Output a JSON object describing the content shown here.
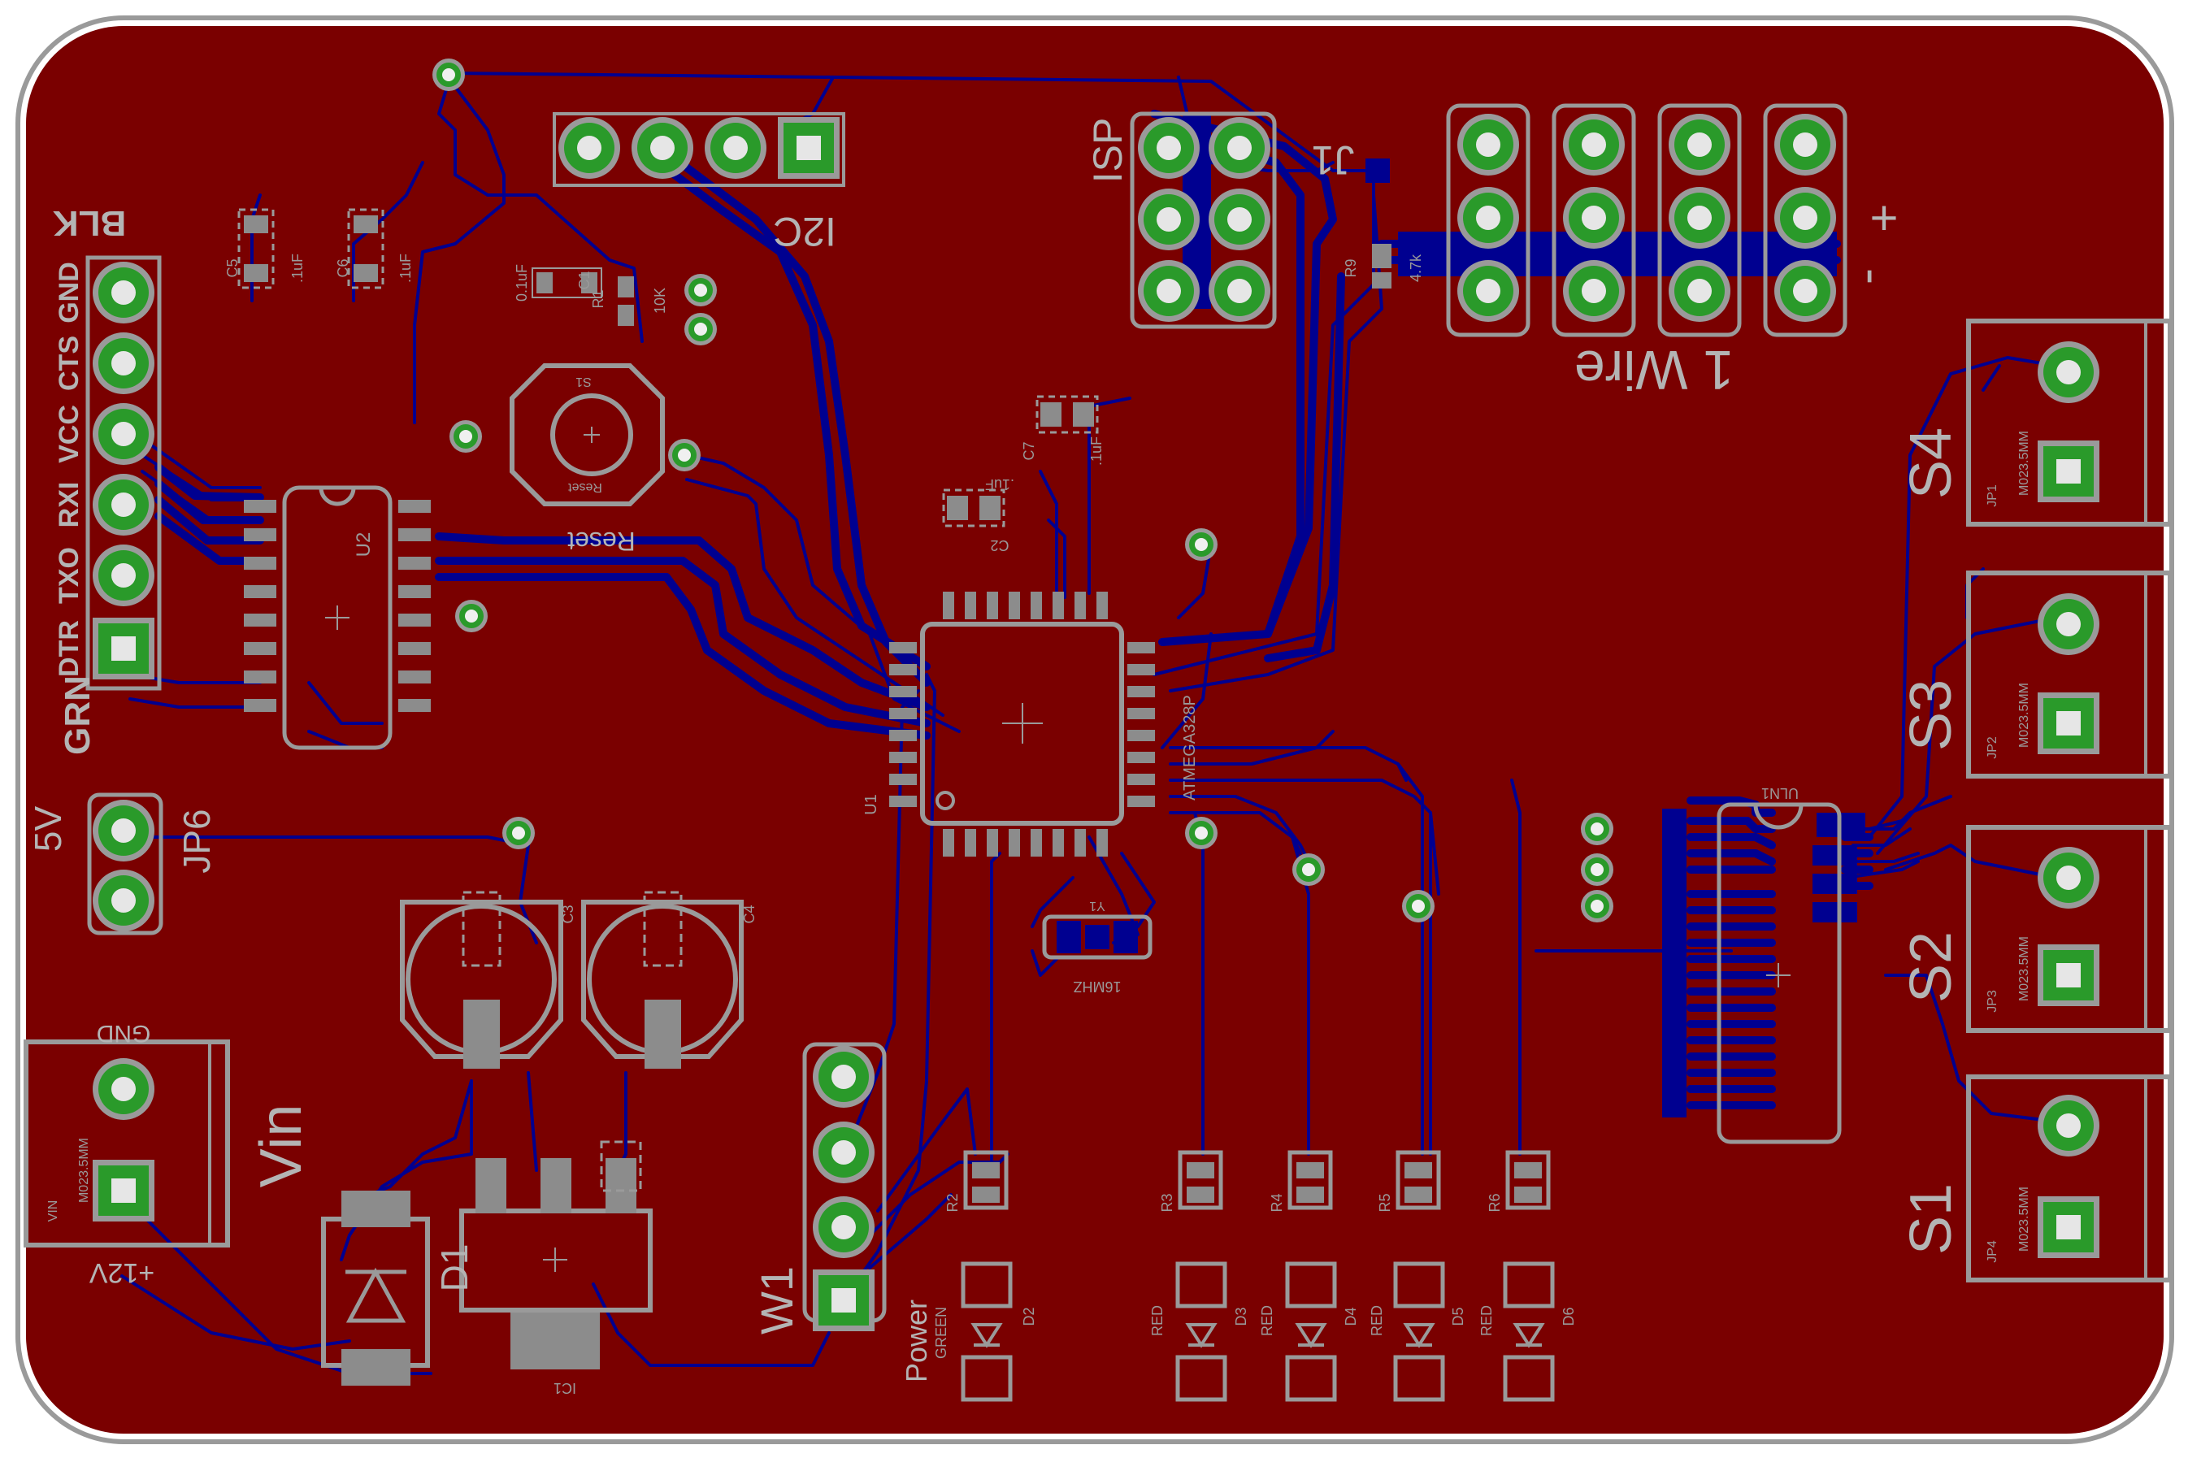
{
  "colors": {
    "board_fill": "#7a0000",
    "board_outline": "#8c8c8c",
    "trace_bottom": "#000090",
    "trace_top": "#b00000",
    "pad_ring": "#2a9a2a",
    "pad_hole": "#e6e6e6",
    "silkscreen": "#9a9a9a",
    "silk_bright": "#b4b4b4"
  },
  "labels": {
    "ftdi": [
      "BLK",
      "GND",
      "CTS",
      "VCC",
      "RXI",
      "TXO",
      "DTR",
      "GRN"
    ],
    "i2c": "I2C",
    "isp": "ISP",
    "j1": "J1",
    "onewire": "1 Wire",
    "plus": "+",
    "minus": "-",
    "s4": "S4",
    "s3": "S3",
    "s2": "S2",
    "s1": "S1",
    "jp6": "JP6",
    "v5": "5V",
    "vin": "Vin",
    "gnd": "GND",
    "v12": "+12V",
    "vin_small": "VIN",
    "w1": "W1",
    "d1": "D1",
    "reset": "Reset",
    "reset_small": "Reset",
    "s1_small": "S1",
    "power": "Power",
    "green": "GREEN",
    "red": "RED",
    "mcu": "ATMEGA328P",
    "u1": "U1",
    "u2": "U2",
    "uln": "ULN1",
    "xtal": "16MHZ",
    "y1": "Y1",
    "ic1": "IC1",
    "c1": "C1",
    "c2": "C2",
    "c3": "C3",
    "c4": "C4",
    "c5": "C5",
    "c6": "C6",
    "c7": "C7",
    "r1": "R1",
    "r2": "R2",
    "r3": "R3",
    "r4": "R4",
    "r5": "R5",
    "r6": "R6",
    "r9": "R9",
    "d2": "D2",
    "d3": "D3",
    "d4": "D4",
    "d5": "D5",
    "d6": "D6",
    "jp1": "JP1",
    "jp2": "JP2",
    "jp3": "JP3",
    "jp4": "JP4",
    "m023": "M023.5MM",
    "cap_01": ".1uF",
    "cap_01b": "0.1uF",
    "k10": "10K",
    "k47": "4.7k"
  }
}
